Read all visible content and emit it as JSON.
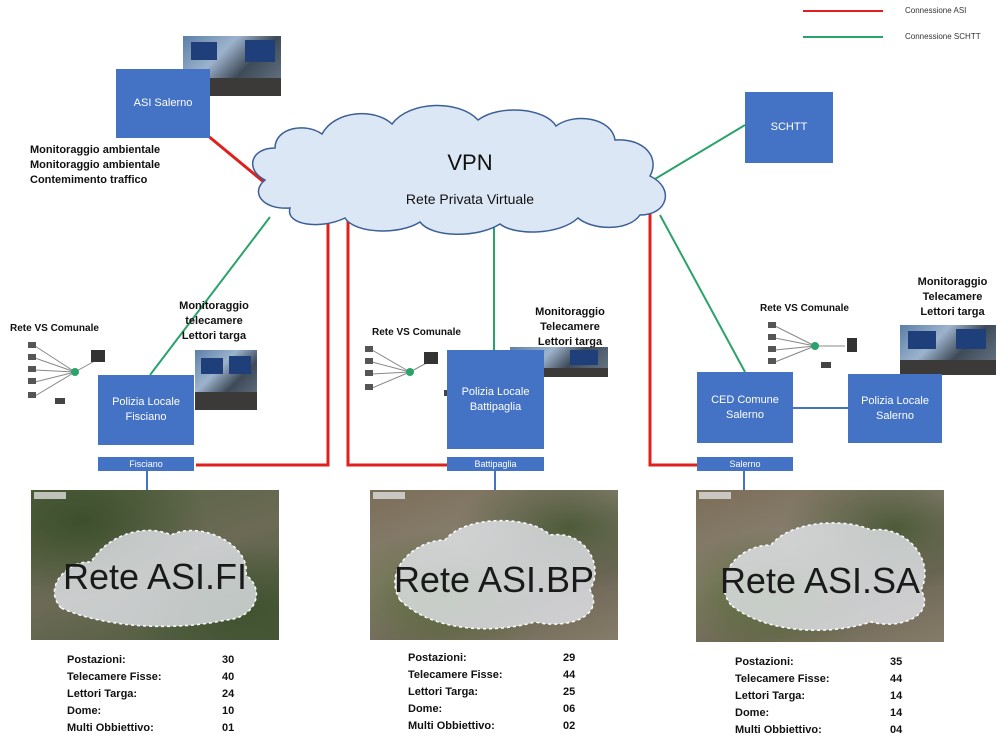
{
  "colors": {
    "blue": "#4472c4",
    "red_link": "#e0201c",
    "green_link": "#2aa36b"
  },
  "legend": [
    {
      "color": "#e0201c",
      "label": "Connessione ASI"
    },
    {
      "color": "#2aa36b",
      "label": "Connessione SCHTT"
    }
  ],
  "cloud": {
    "title": "VPN",
    "subtitle": "Rete Privata Virtuale"
  },
  "asi_salerno": {
    "label": "ASI Salerno",
    "notes": [
      "Monitoraggio ambientale",
      "Monitoraggio ambientale",
      "Contemimento traffico"
    ]
  },
  "schtt": {
    "label": "SCHTT"
  },
  "nodes": {
    "fi": {
      "rete_label": "Rete VS Comunale",
      "box": "Polizia Locale Fisciano",
      "bar": "Fisciano",
      "monitor_note": [
        "Monitoraggio",
        "telecamere",
        "Lettori targa"
      ],
      "map_label": "Rete ASI.FI",
      "stats": [
        {
          "k": "Postazioni:",
          "v": "30"
        },
        {
          "k": "Telecamere Fisse:",
          "v": "40"
        },
        {
          "k": "Lettori Targa:",
          "v": "24"
        },
        {
          "k": "Dome:",
          "v": "10"
        },
        {
          "k": "Multi Obbiettivo:",
          "v": "01"
        }
      ]
    },
    "bp": {
      "rete_label": "Rete VS Comunale",
      "box": "Polizia Locale Battipaglia",
      "bar": "Battipaglia",
      "monitor_note": [
        "Monitoraggio",
        "Telecamere",
        "Lettori targa"
      ],
      "map_label": "Rete ASI.BP",
      "stats": [
        {
          "k": "Postazioni:",
          "v": "29"
        },
        {
          "k": "Telecamere Fisse:",
          "v": "44"
        },
        {
          "k": "Lettori Targa:",
          "v": "25"
        },
        {
          "k": "Dome:",
          "v": "06"
        },
        {
          "k": "Multi Obbiettivo:",
          "v": "02"
        }
      ]
    },
    "sa": {
      "rete_label": "Rete VS Comunale",
      "box": "CED Comune Salerno",
      "bar": "Salerno",
      "police_box": "Polizia Locale Salerno",
      "monitor_note": [
        "Monitoraggio",
        "Telecamere",
        "Lettori targa"
      ],
      "map_label": "Rete ASI.SA",
      "stats": [
        {
          "k": "Postazioni:",
          "v": "35"
        },
        {
          "k": "Telecamere Fisse:",
          "v": "44"
        },
        {
          "k": "Lettori Targa:",
          "v": "14"
        },
        {
          "k": "Dome:",
          "v": "14"
        },
        {
          "k": "Multi Obbiettivo:",
          "v": "04"
        }
      ]
    }
  }
}
